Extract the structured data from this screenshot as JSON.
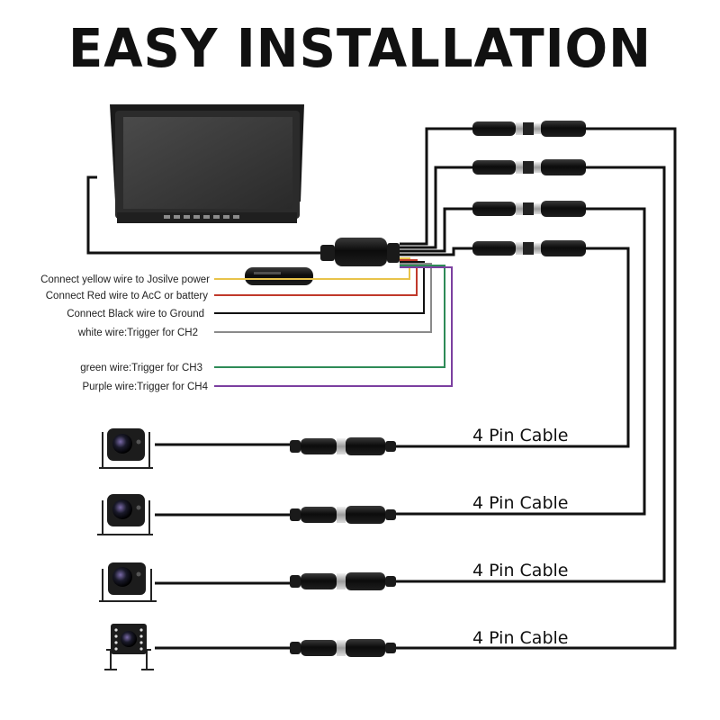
{
  "title": "EASY INSTALLATION",
  "wires": [
    {
      "label": "Connect yellow wire to Josilve power",
      "color": "#e8c34a"
    },
    {
      "label": "Connect Red wire to AcC or battery",
      "color": "#c0392b"
    },
    {
      "label": "Connect Black wire to Ground",
      "color": "#111111"
    },
    {
      "label": "white wire:Trigger for CH2",
      "color": "#8a8a8a"
    },
    {
      "label": "green wire:Trigger for CH3",
      "color": "#2e8b57"
    },
    {
      "label": "Purple wire:Trigger for CH4",
      "color": "#7b3fa0"
    }
  ],
  "cables": [
    {
      "label": "4 Pin Cable"
    },
    {
      "label": "4 Pin Cable"
    },
    {
      "label": "4 Pin Cable"
    },
    {
      "label": "4 Pin Cable"
    }
  ]
}
